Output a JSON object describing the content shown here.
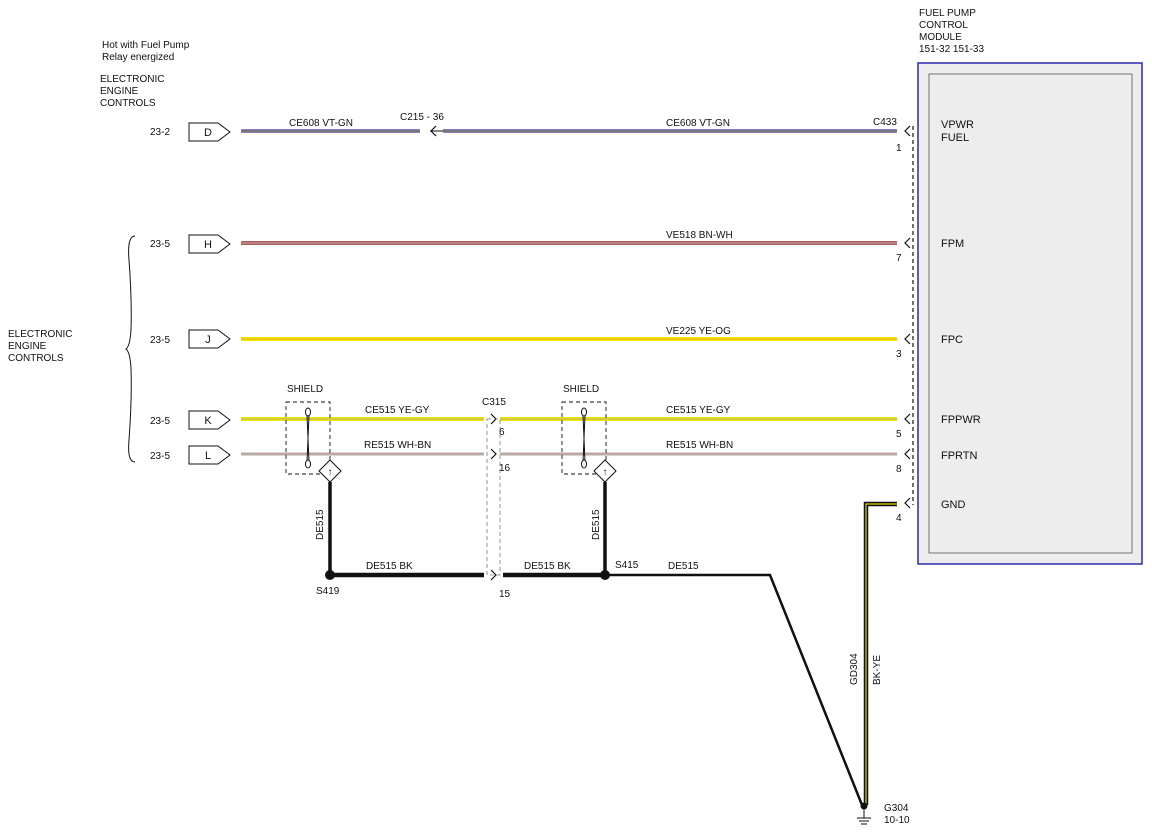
{
  "module": {
    "title_lines": [
      "FUEL PUMP",
      "CONTROL",
      "MODULE"
    ],
    "pages": "151-32  151-33",
    "pins": [
      {
        "name_lines": [
          "VPWR",
          "FUEL"
        ],
        "pin": "1"
      },
      {
        "name_lines": [
          "FPM"
        ],
        "pin": "7"
      },
      {
        "name_lines": [
          "FPC"
        ],
        "pin": "3"
      },
      {
        "name_lines": [
          "FPPWR"
        ],
        "pin": "5"
      },
      {
        "name_lines": [
          "FPRTN"
        ],
        "pin": "8"
      },
      {
        "name_lines": [
          "GND"
        ],
        "pin": "4"
      }
    ],
    "connector": "C433"
  },
  "note": [
    "Hot with Fuel Pump",
    "Relay energized"
  ],
  "eec_top": [
    "ELECTRONIC",
    "ENGINE",
    "CONTROLS"
  ],
  "eec_left": [
    "ELECTRONIC",
    "ENGINE",
    "CONTROLS"
  ],
  "pin_refs": [
    {
      "ref": "23-2",
      "pin": "D"
    },
    {
      "ref": "23-5",
      "pin": "H"
    },
    {
      "ref": "23-5",
      "pin": "J"
    },
    {
      "ref": "23-5",
      "pin": "K"
    },
    {
      "ref": "23-5",
      "pin": "L"
    }
  ],
  "wires": {
    "w1_left": "CE608  VT-GN",
    "w1_inline": "C215  -  36",
    "w1_right": "CE608  VT-GN",
    "w2": "VE518  BN-WH",
    "w3": "VE225  YE-OG",
    "w4_left": "CE515     YE-GY",
    "w4_right": "CE515     YE-GY",
    "w5_left": "RE515     WH-BN",
    "w5_right": "RE515     WH-BN",
    "drain_left": "DE515",
    "drain_right": "DE515",
    "drain_bus_left": "DE515   BK",
    "drain_bus_right": "DE515   BK",
    "drain_ground": "DE515",
    "gnd_wire_code": "GD304",
    "gnd_wire_color": "BK-YE"
  },
  "shield_label_left": "SHIELD",
  "shield_label_right": "SHIELD",
  "c315": {
    "name": "C315",
    "pin_a": "6",
    "pin_b": "16",
    "pin_c": "15"
  },
  "splices": {
    "left": "S419",
    "right": "S415"
  },
  "ground": {
    "name": "G304",
    "page": "10-10"
  },
  "colors": {
    "violet": "#7a4a9e",
    "green": "#5fa85f",
    "brown": "#8b2a2a",
    "white": "#dddddd",
    "yellow": "#f2e600",
    "gray": "#9a9a9a",
    "black": "#111111",
    "module_border": "#2a2ab0"
  }
}
